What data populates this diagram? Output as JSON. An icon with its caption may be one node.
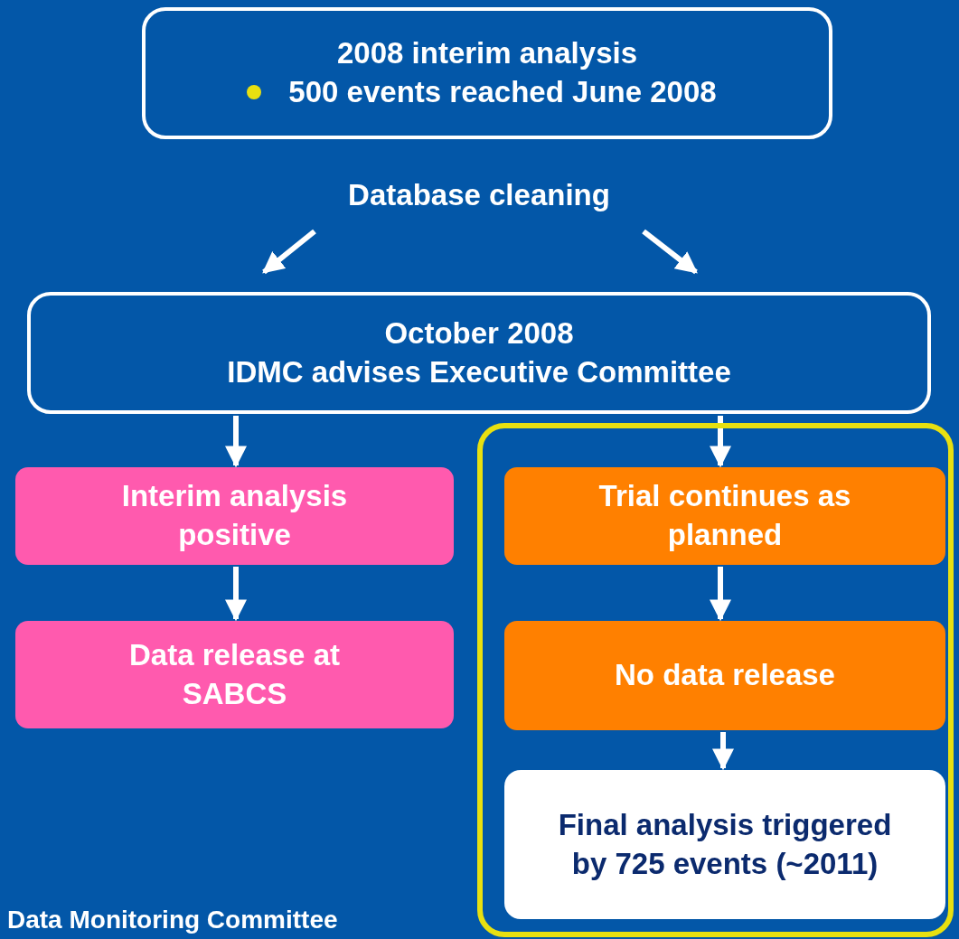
{
  "diagram": {
    "nodes": [
      {
        "text": [
          "2008 interim analysis",
          "500 events reached June 2008"
        ]
      },
      {
        "text": [
          "Database cleaning"
        ]
      },
      {
        "text": [
          "October 2008",
          "IDMC advises Executive Committee"
        ]
      },
      {
        "text": [
          "Interim analysis positive"
        ]
      },
      {
        "text": [
          "Data release at SABCS"
        ]
      },
      {
        "text": [],
        "shape": "box"
      },
      {
        "text": [
          "Trial continues as planned"
        ],
        "in": 5
      },
      {
        "text": [
          "No data release"
        ],
        "in": 5
      },
      {
        "text": [
          "Final analysis triggered by 725 events (~2011)"
        ],
        "in": 5
      }
    ],
    "edges": [
      {
        "from": 1,
        "to": 2,
        "arrow": "to"
      },
      {
        "from": 1,
        "to": 2,
        "arrow": "to"
      },
      {
        "from": 2,
        "to": 3,
        "arrow": "to"
      },
      {
        "from": 3,
        "to": 4,
        "arrow": "to"
      },
      {
        "from": 2,
        "to": 6,
        "arrow": "to"
      },
      {
        "from": 6,
        "to": 7,
        "arrow": "to"
      },
      {
        "from": 7,
        "to": 8,
        "arrow": "to"
      }
    ],
    "labels": [
      "Data Monitoring Committee"
    ]
  }
}
